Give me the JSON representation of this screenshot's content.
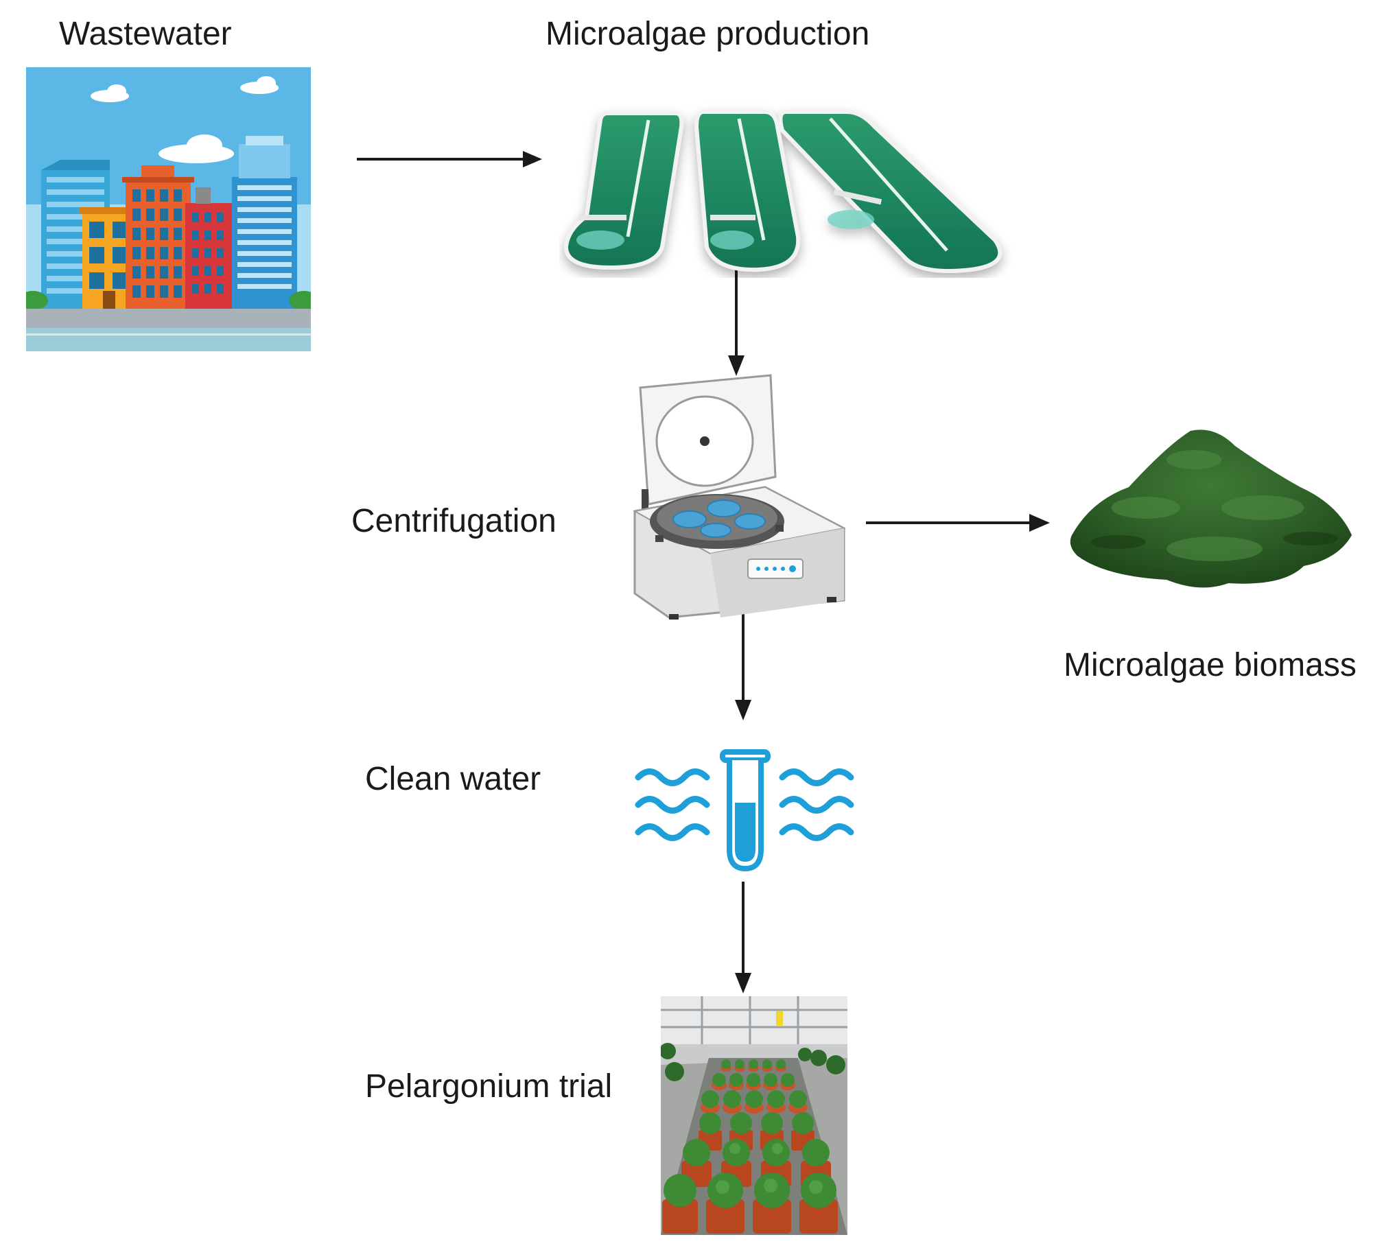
{
  "labels": {
    "wastewater": "Wastewater",
    "microalgae_production": "Microalgae production",
    "centrifugation": "Centrifugation",
    "microalgae_biomass": "Microalgae biomass",
    "clean_water": "Clean water",
    "pelargonium_trial": "Pelargonium trial"
  },
  "colors": {
    "arrow": "#1a1a1a",
    "algae_green": "#1f7a5a",
    "biomass_green": "#2f5a2a",
    "water_blue": "#1e9fd8",
    "sky_blue": "#5bb8e6"
  },
  "icons": {
    "city": "city-buildings-icon",
    "ponds": "raceway-pond-icon",
    "centrifuge": "centrifuge-icon",
    "biomass": "powder-pile-icon",
    "clean_water": "test-tube-water-icon",
    "greenhouse": "greenhouse-photo-icon"
  }
}
